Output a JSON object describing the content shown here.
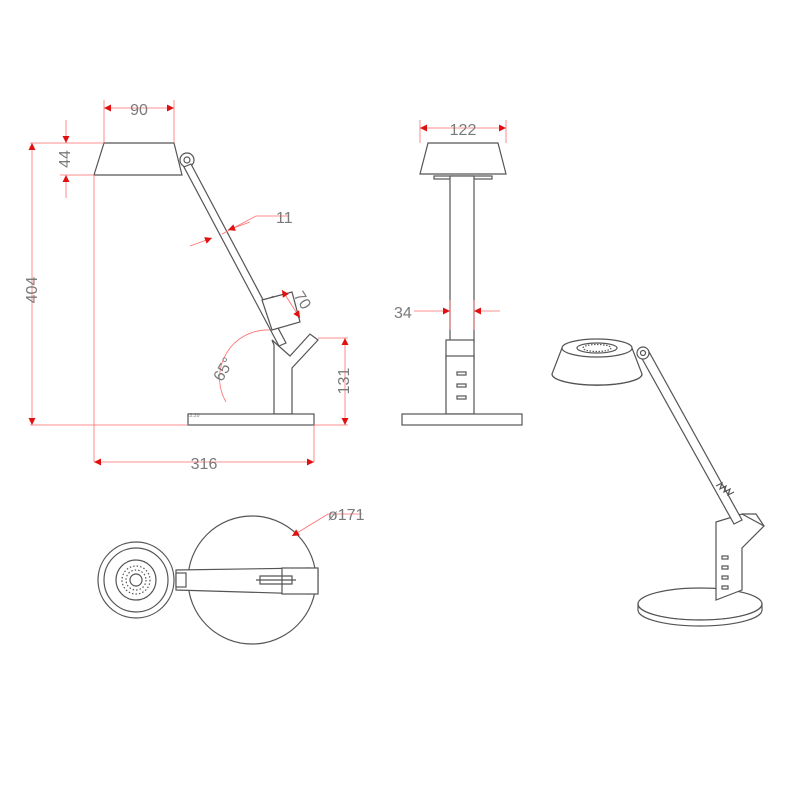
{
  "dimensions": {
    "shade_width": "90",
    "shade_height": "44",
    "total_height": "404",
    "arm_width": "11",
    "hinge_size": "70",
    "arm_angle": "65°",
    "base_height": "131",
    "base_thickness": "12.20",
    "total_depth": "316",
    "front_width": "122",
    "column_width": "34",
    "base_diameter": "ø171"
  },
  "colors": {
    "outline": "#555555",
    "dimension_line": "#ff6b6b",
    "arrow": "#e01010",
    "text": "#7a7a7a"
  }
}
